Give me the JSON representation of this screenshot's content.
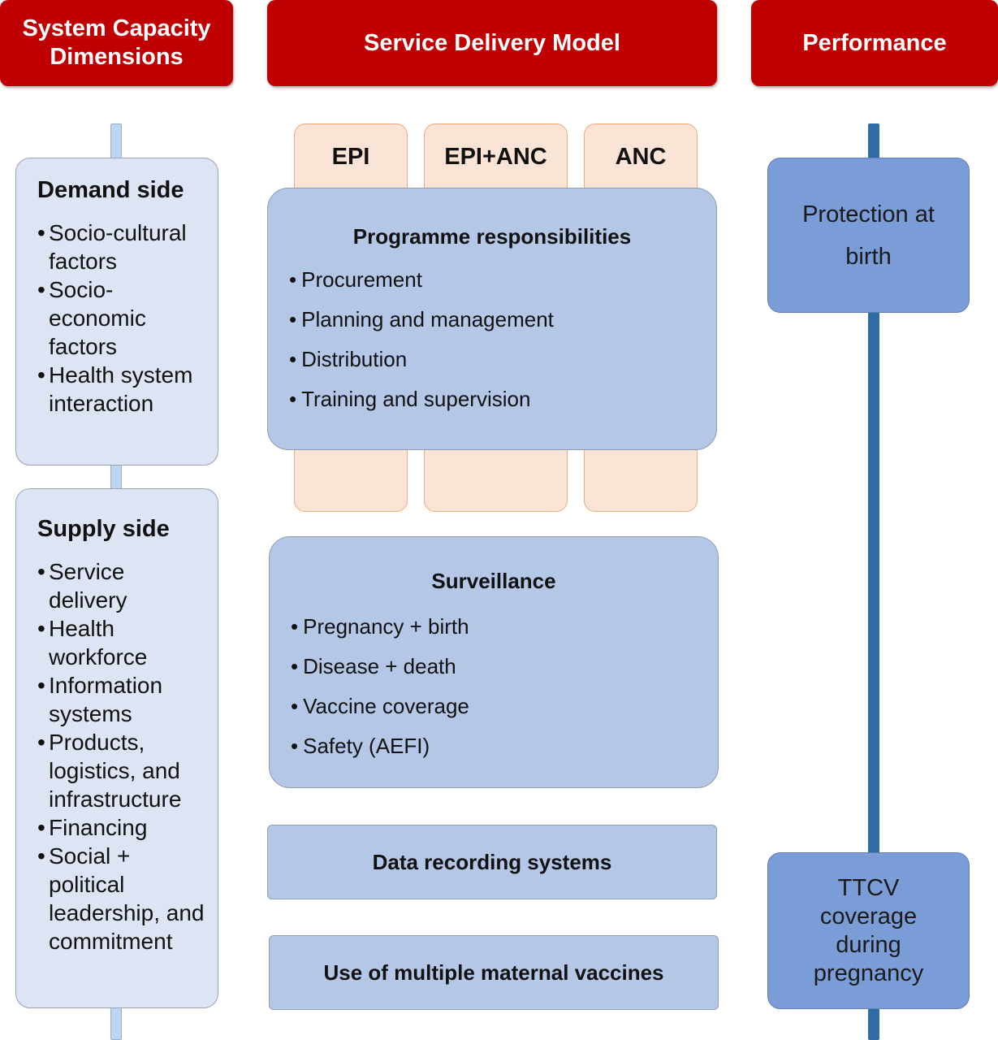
{
  "headers": {
    "capacity": "System Capacity Dimensions",
    "service": "Service Delivery Model",
    "performance": "Performance"
  },
  "demand": {
    "title": "Demand side",
    "items": [
      "Socio-cultural factors",
      "Socio-economic factors",
      "Health system interaction"
    ]
  },
  "supply": {
    "title": "Supply side",
    "items": [
      "Service delivery",
      "Health workforce",
      "Information systems",
      "Products, logistics, and infrastructure",
      "Financing",
      "Social + political leadership, and commitment"
    ]
  },
  "tabs": [
    "EPI",
    "EPI+ANC",
    "ANC"
  ],
  "programme": {
    "title": "Programme responsibilities",
    "items": [
      "Procurement",
      "Planning and management",
      "Distribution",
      "Training and supervision"
    ]
  },
  "surveillance": {
    "title": "Surveillance",
    "items": [
      "Pregnancy + birth",
      "Disease + death",
      "Vaccine coverage",
      "Safety (AEFI)"
    ]
  },
  "data_recording": "Data recording systems",
  "multiple_vaccines": "Use of multiple maternal vaccines",
  "performance": {
    "top": "Protection at birth",
    "bottom": "TTCV coverage during pregnancy"
  },
  "bullet": "•",
  "colors": {
    "header": "#c00000",
    "side_box": "#dde5f4",
    "tab": "#fbe4d6",
    "mid_box": "#b4c7e7",
    "perf_box": "#7a9dd8",
    "axis_dark": "#2e6da4",
    "axis_light": "#bfd7ee"
  }
}
